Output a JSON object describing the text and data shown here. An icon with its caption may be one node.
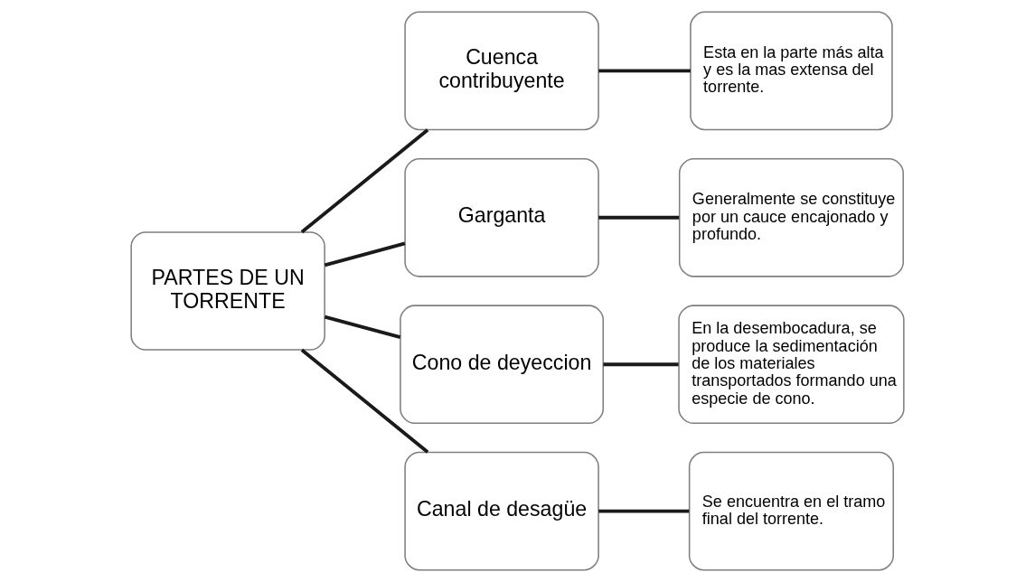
{
  "diagram": {
    "nodes": [
      {
        "text": [
          "PARTES DE UN TORRENTE"
        ]
      },
      {
        "text": [
          "Cuenca contribuyente"
        ]
      },
      {
        "text": [
          "Garganta"
        ]
      },
      {
        "text": [
          "Cono de deyeccion"
        ]
      },
      {
        "text": [
          "Canal de desagüe"
        ]
      },
      {
        "text": [
          "Esta en la parte más alta y es la mas extensa del torrente."
        ]
      },
      {
        "text": [
          "Generalmente se constituye por un cauce encajonado y profundo."
        ]
      },
      {
        "text": [
          "En la desembocadura, se produce la sedimentación de los materiales transportados formando una especie de cono."
        ]
      },
      {
        "text": [
          "Se encuentra en el tramo final del torrente."
        ]
      }
    ],
    "edges": [
      {
        "from": 0,
        "to": 1,
        "arrow": "none"
      },
      {
        "from": 0,
        "to": 2,
        "arrow": "none"
      },
      {
        "from": 0,
        "to": 3,
        "arrow": "none"
      },
      {
        "from": 0,
        "to": 4,
        "arrow": "none"
      },
      {
        "from": 1,
        "to": 5,
        "arrow": "none"
      },
      {
        "from": 2,
        "to": 6,
        "arrow": "none"
      },
      {
        "from": 3,
        "to": 7,
        "arrow": "none"
      },
      {
        "from": 4,
        "to": 8,
        "arrow": "none"
      }
    ]
  }
}
